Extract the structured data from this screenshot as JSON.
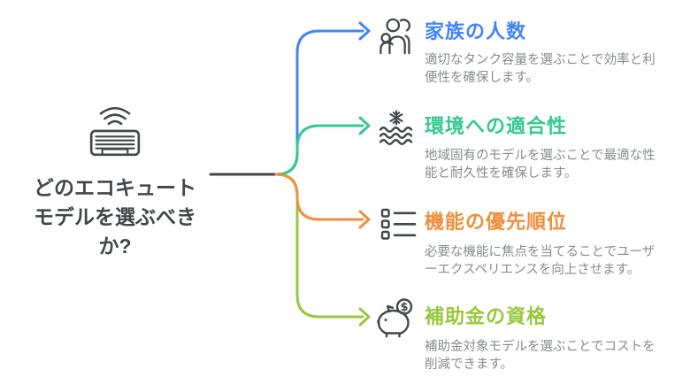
{
  "colors": {
    "dark": "#43474b",
    "muted_text": "#878b8f",
    "blue": "#4285f4",
    "green": "#34c98e",
    "orange": "#ee8f3c",
    "lime": "#97c83e",
    "background": "#ffffff"
  },
  "center": {
    "icon": "heat-pump-icon",
    "title": "どのエコキュートモデルを選ぶべきか?"
  },
  "branches": [
    {
      "icon": "family-icon",
      "title": "家族の人数",
      "description": "適切なタンク容量を選ぶことで効率と利便性を確保します。",
      "color": "#4285f4"
    },
    {
      "icon": "snowflake-waves-icon",
      "title": "環境への適合性",
      "description": "地域固有のモデルを選ぶことで最適な性能と耐久性を確保します。",
      "color": "#34c98e"
    },
    {
      "icon": "checklist-icon",
      "title": "機能の優先順位",
      "description": "必要な機能に焦点を当てることでユーザーエクスペリエンスを向上させます。",
      "color": "#ee8f3c"
    },
    {
      "icon": "piggy-bank-icon",
      "title": "補助金の資格",
      "description": "補助金対象モデルを選ぶことでコストを削減できます。",
      "color": "#97c83e"
    }
  ]
}
